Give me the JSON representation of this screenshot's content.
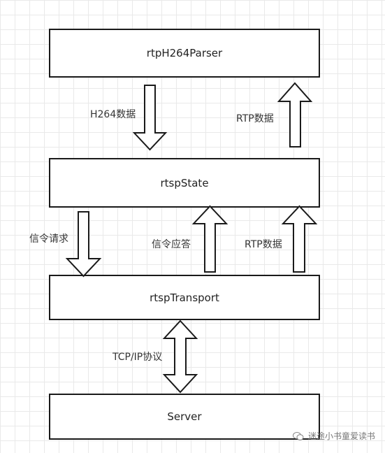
{
  "boxes": {
    "parser": "rtpH264Parser",
    "state": "rtspState",
    "transport": "rtspTransport",
    "server": "Server"
  },
  "labels": {
    "h264_data": "H264数据",
    "rtp_data_upper": "RTP数据",
    "signal_request": "信令请求",
    "signal_response": "信令应答",
    "rtp_data_lower": "RTP数据",
    "tcp_ip": "TCP/IP协议"
  },
  "watermark": {
    "text": "迷途小书童爱读书",
    "icon": "wechat-icon"
  },
  "colors": {
    "stroke": "#1a1a1a",
    "grid": "#e9e9e9",
    "background": "#ffffff"
  }
}
